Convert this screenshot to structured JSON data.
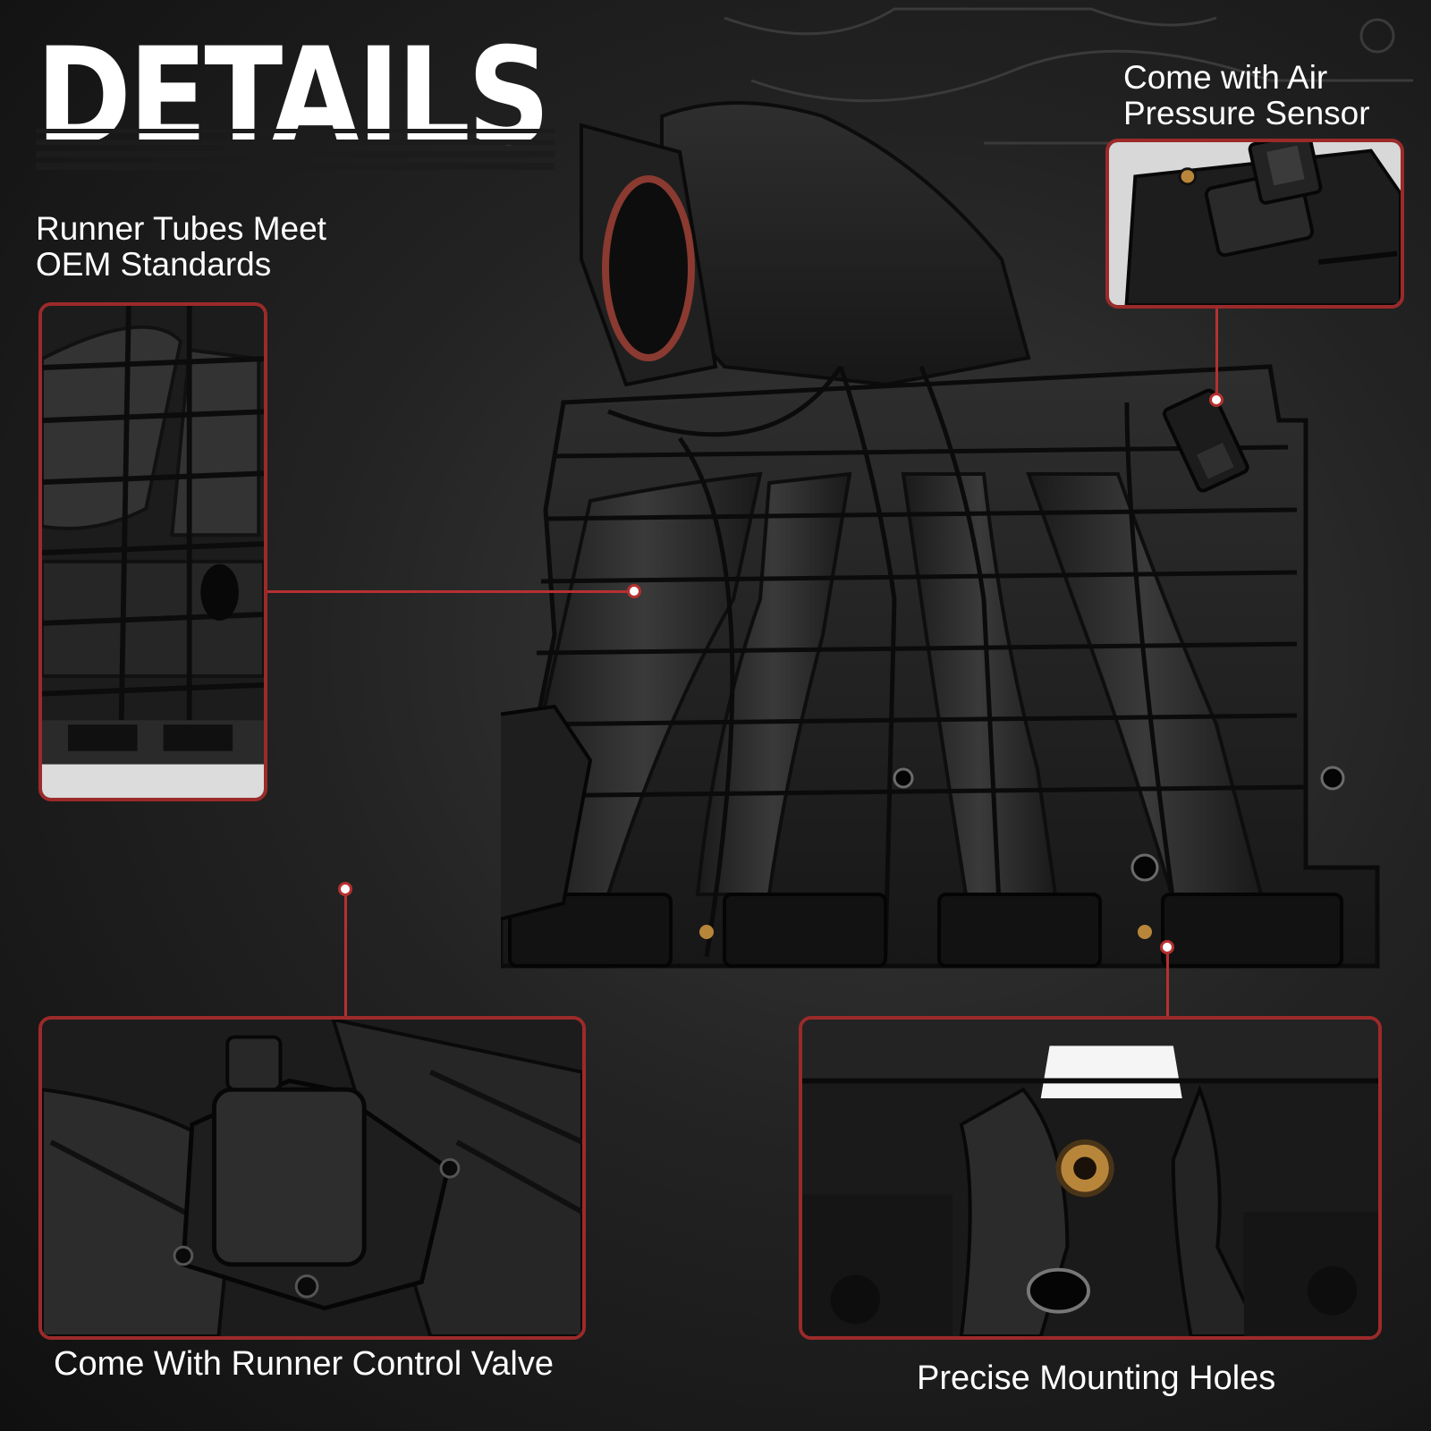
{
  "title": "DETAILS",
  "callouts": {
    "runner_tubes": {
      "label": "Runner Tubes Meet\nOEM Standards"
    },
    "air_sensor": {
      "label": "Come with Air\nPressure Sensor"
    },
    "control_valve": {
      "label": "Come With Runner Control Valve"
    },
    "mounting_holes": {
      "label": "Precise Mounting Holes"
    }
  },
  "colors": {
    "accent_red": "#b63030",
    "panel_border": "#9c2a2a",
    "text": "#ffffff",
    "background": "#1a1a1a"
  }
}
